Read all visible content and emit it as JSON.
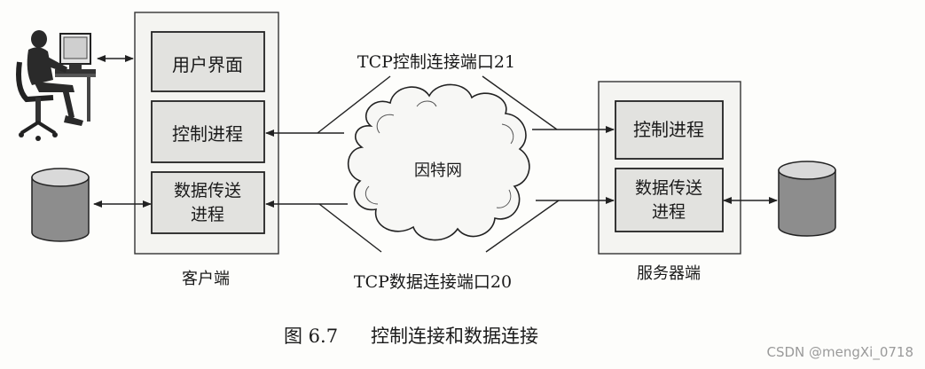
{
  "client": {
    "ui_label": "用户界面",
    "control_label": "控制进程",
    "data_label_line1": "数据传送",
    "data_label_line2": "进程",
    "caption": "客户端"
  },
  "server": {
    "control_label": "控制进程",
    "data_label_line1": "数据传送",
    "data_label_line2": "进程",
    "caption": "服务器端"
  },
  "network": {
    "cloud_label": "因特网",
    "control_connection_label": "TCP控制连接端口21",
    "data_connection_label": "TCP数据连接端口20"
  },
  "figure": {
    "number": "图 6.7",
    "title": "控制连接和数据连接"
  },
  "watermark": "CSDN @mengXi_0718",
  "icons": {
    "user": "person-at-computer-icon",
    "client_db": "database-icon",
    "server_db": "database-icon"
  }
}
